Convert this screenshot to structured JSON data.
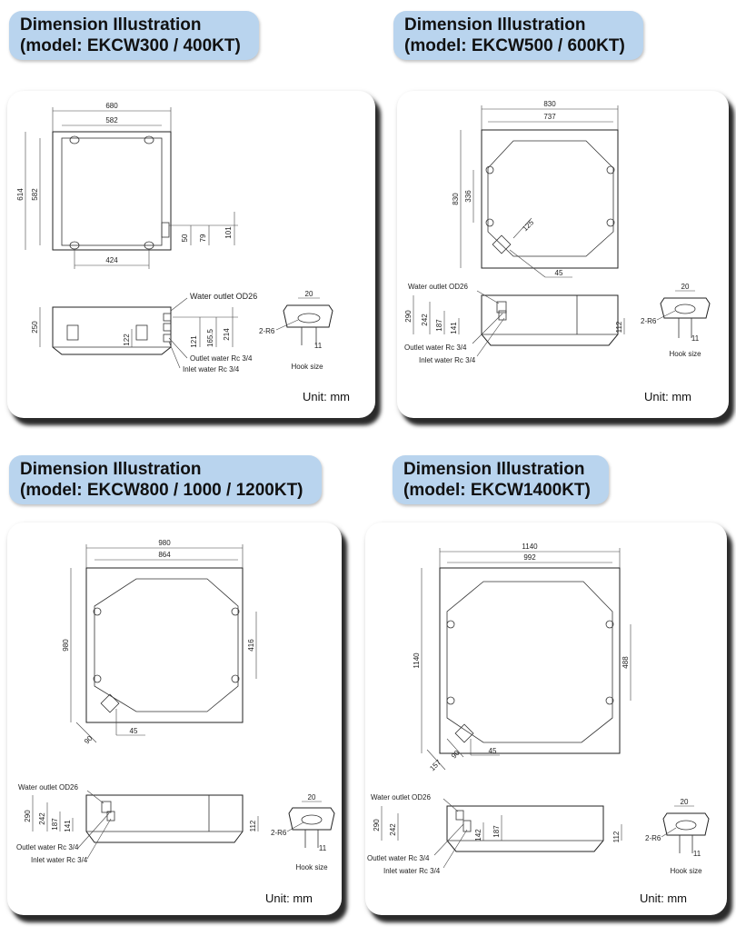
{
  "panels": [
    {
      "title_line1": "Dimension Illustration",
      "title_line2": "(model: EKCW300 / 400KT)",
      "unit": "Unit: mm",
      "top_view": {
        "width": "680",
        "inner_width": "582",
        "height": "614",
        "inner_height": "582",
        "bottom_span": "424",
        "offset_50": "50",
        "offset_79": "79",
        "offset_101": "101"
      },
      "side_view": {
        "height": "250",
        "dim_122": "122",
        "dim_121": "121",
        "dim_165": "165.5",
        "dim_214": "214",
        "water_outlet": "Water outlet OD26",
        "outlet_water": "Outlet water Rc 3/4",
        "inlet_water": "Inlet water Rc 3/4"
      },
      "hook": {
        "width": "20",
        "label": "2-R6",
        "dim": "11",
        "caption": "Hook size"
      }
    },
    {
      "title_line1": "Dimension Illustration",
      "title_line2": "(model: EKCW500 / 600KT)",
      "unit": "Unit: mm",
      "top_view": {
        "width": "830",
        "inner_width": "737",
        "height": "830",
        "inner_height": "336",
        "diag": "125",
        "angle": "45"
      },
      "side_view": {
        "height": "290",
        "dim_242": "242",
        "dim_187": "187",
        "dim_141": "141",
        "dim_112": "112",
        "water_outlet": "Water outlet OD26",
        "outlet_water": "Outlet water Rc 3/4",
        "inlet_water": "Inlet water Rc 3/4"
      },
      "hook": {
        "width": "20",
        "label": "2-R6",
        "dim": "11",
        "caption": "Hook size"
      }
    },
    {
      "title_line1": "Dimension Illustration",
      "title_line2": "(model: EKCW800 / 1000 / 1200KT)",
      "unit": "Unit: mm",
      "top_view": {
        "width": "980",
        "inner_width": "864",
        "height": "980",
        "inner_height": "416",
        "diag": "90",
        "angle": "45"
      },
      "side_view": {
        "height": "290",
        "dim_242": "242",
        "dim_187": "187",
        "dim_141": "141",
        "dim_112": "112",
        "water_outlet": "Water outlet OD26",
        "outlet_water": "Outlet water Rc 3/4",
        "inlet_water": "Inlet water Rc 3/4"
      },
      "hook": {
        "width": "20",
        "label": "2-R6",
        "dim": "11",
        "caption": "Hook size"
      }
    },
    {
      "title_line1": "Dimension Illustration",
      "title_line2": "(model: EKCW1400KT)",
      "unit": "Unit: mm",
      "top_view": {
        "width": "1140",
        "inner_width": "992",
        "height": "1140",
        "inner_height": "488",
        "diag": "90",
        "diag2": "157",
        "angle": "45"
      },
      "side_view": {
        "height": "290",
        "dim_242": "242",
        "dim_187": "187",
        "dim_142": "142",
        "dim_112": "112",
        "water_outlet": "Water outlet OD26",
        "outlet_water": "Outlet water Rc 3/4",
        "inlet_water": "Inlet water Rc 3/4"
      },
      "hook": {
        "width": "20",
        "label": "2-R6",
        "dim": "11",
        "caption": "Hook size"
      }
    }
  ]
}
